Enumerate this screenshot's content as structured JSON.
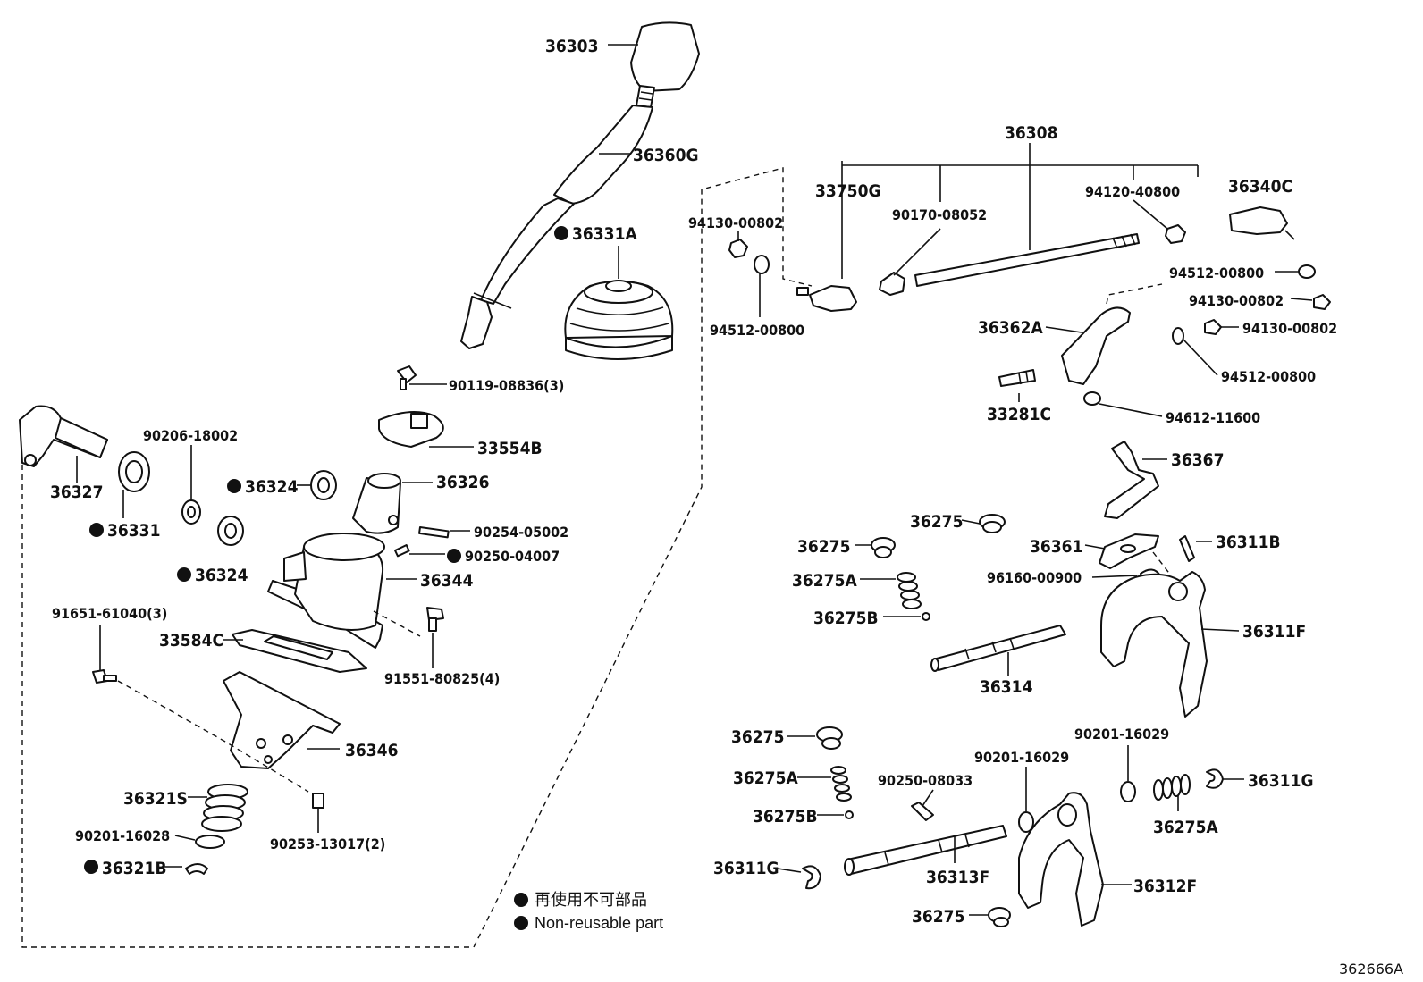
{
  "labels": {
    "p36303": "36303",
    "p36360G": "36360G",
    "p36331A": "36331A",
    "p90119": "90119-08836(3)",
    "p90206": "90206-18002",
    "p36327": "36327",
    "p36331": "36331",
    "p36324a": "36324",
    "p36324b": "36324",
    "p36326": "36326",
    "p33554B": "33554B",
    "p90254": "90254-05002",
    "p90250a": "90250-04007",
    "p36344": "36344",
    "p91651": "91651-61040(3)",
    "p33584C": "33584C",
    "p91551": "91551-80825(4)",
    "p36346": "36346",
    "p36321S": "36321S",
    "p90201a": "90201-16028",
    "p36321B": "36321B",
    "p90253": "90253-13017(2)",
    "p36308": "36308",
    "p33750G": "33750G",
    "p90170": "90170-08052",
    "p94120": "94120-40800",
    "p36340C": "36340C",
    "p94130a": "94130-00802",
    "p94512a": "94512-00800",
    "p94512b": "94512-00800",
    "p94130b": "94130-00802",
    "p94130c": "94130-00802",
    "p36362A": "36362A",
    "p94512c": "94512-00800",
    "p33281C": "33281C",
    "p94612": "94612-11600",
    "p36367": "36367",
    "p36275a": "36275",
    "p36275b": "36275",
    "p36275Aa": "36275A",
    "p36275Ba": "36275B",
    "p36361": "36361",
    "p36311B": "36311B",
    "p96160": "96160-00900",
    "p36311F": "36311F",
    "p36314": "36314",
    "p36275c": "36275",
    "p36275Ab": "36275A",
    "p36275Bb": "36275B",
    "p90250b": "90250-08033",
    "p90201b": "90201-16029",
    "p90201c": "90201-16029",
    "p36311Ga": "36311G",
    "p36311Gb": "36311G",
    "p36313F": "36313F",
    "p36275Ac": "36275A",
    "p36312F": "36312F",
    "p36275d": "36275"
  },
  "legend": {
    "line1": "再使用不可部品",
    "line2": "Non-reusable part"
  },
  "drawing_code": "362666A"
}
